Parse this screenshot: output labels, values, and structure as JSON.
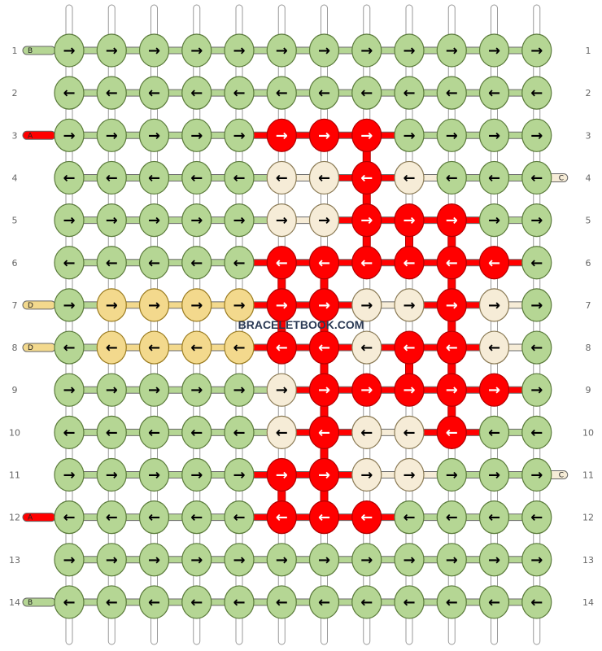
{
  "watermark": "BRACELETBOOK.COM",
  "colors": {
    "A": "#ff0000",
    "B": "#b5d694",
    "C": "#f6ecd7",
    "D": "#f3d98d"
  },
  "row_labels": [
    "1",
    "2",
    "3",
    "4",
    "5",
    "6",
    "7",
    "8",
    "9",
    "10",
    "11",
    "12",
    "13",
    "14"
  ],
  "start_strings": [
    {
      "row": 1,
      "side": "left",
      "letter": "B"
    },
    {
      "row": 3,
      "side": "left",
      "letter": "A"
    },
    {
      "row": 4,
      "side": "right",
      "letter": "C"
    },
    {
      "row": 7,
      "side": "left",
      "letter": "D"
    },
    {
      "row": 8,
      "side": "left",
      "letter": "D"
    },
    {
      "row": 11,
      "side": "right",
      "letter": "C"
    },
    {
      "row": 12,
      "side": "left",
      "letter": "A"
    },
    {
      "row": 14,
      "side": "left",
      "letter": "B"
    }
  ],
  "knots": [
    [
      "B",
      "B",
      "B",
      "B",
      "B",
      "B",
      "B",
      "B",
      "B",
      "B",
      "B",
      "B"
    ],
    [
      "B",
      "B",
      "B",
      "B",
      "B",
      "B",
      "B",
      "B",
      "B",
      "B",
      "B",
      "B"
    ],
    [
      "B",
      "B",
      "B",
      "B",
      "B",
      "A",
      "A",
      "A",
      "B",
      "B",
      "B",
      "B"
    ],
    [
      "B",
      "B",
      "B",
      "B",
      "B",
      "C",
      "C",
      "A",
      "C",
      "B",
      "B",
      "B"
    ],
    [
      "B",
      "B",
      "B",
      "B",
      "B",
      "C",
      "C",
      "A",
      "A",
      "A",
      "B",
      "B"
    ],
    [
      "B",
      "B",
      "B",
      "B",
      "B",
      "A",
      "A",
      "A",
      "A",
      "A",
      "A",
      "B"
    ],
    [
      "B",
      "D",
      "D",
      "D",
      "D",
      "A",
      "A",
      "C",
      "C",
      "A",
      "C",
      "B"
    ],
    [
      "B",
      "D",
      "D",
      "D",
      "D",
      "A",
      "A",
      "C",
      "A",
      "A",
      "C",
      "B"
    ],
    [
      "B",
      "B",
      "B",
      "B",
      "B",
      "C",
      "A",
      "A",
      "A",
      "A",
      "A",
      "B"
    ],
    [
      "B",
      "B",
      "B",
      "B",
      "B",
      "C",
      "A",
      "C",
      "C",
      "A",
      "B",
      "B"
    ],
    [
      "B",
      "B",
      "B",
      "B",
      "B",
      "A",
      "A",
      "C",
      "C",
      "B",
      "B",
      "B"
    ],
    [
      "B",
      "B",
      "B",
      "B",
      "B",
      "A",
      "A",
      "A",
      "B",
      "B",
      "B",
      "B"
    ],
    [
      "B",
      "B",
      "B",
      "B",
      "B",
      "B",
      "B",
      "B",
      "B",
      "B",
      "B",
      "B"
    ],
    [
      "B",
      "B",
      "B",
      "B",
      "B",
      "B",
      "B",
      "B",
      "B",
      "B",
      "B",
      "B"
    ]
  ],
  "row_direction": [
    "right",
    "left",
    "right",
    "left",
    "right",
    "left",
    "right",
    "left",
    "right",
    "left",
    "right",
    "left",
    "right",
    "left"
  ]
}
